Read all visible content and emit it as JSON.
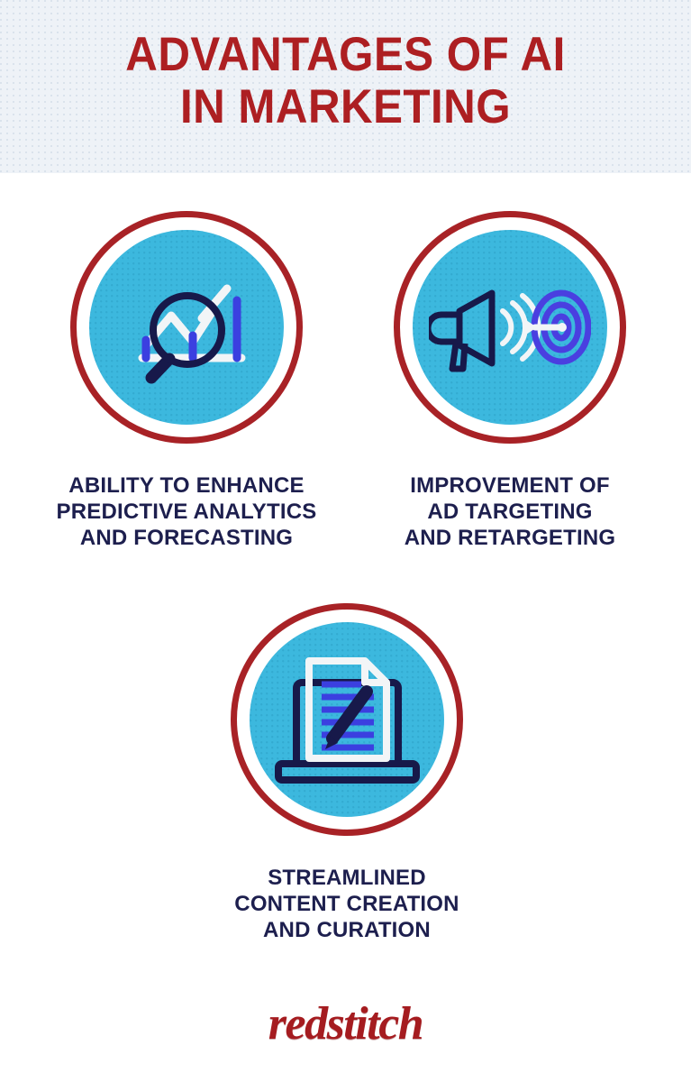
{
  "header": {
    "title": "ADVANTAGES OF AI\nIN MARKETING",
    "band_color": "#eef2f7",
    "title_color": "#ad1f22"
  },
  "theme": {
    "ring_red": "#a82226",
    "disc_cyan": "#3cb8de",
    "navy": "#17194a",
    "royal_blue": "#3b3fe0",
    "white": "#f4f6f8",
    "caption_navy": "#1d1f4e"
  },
  "cards": [
    {
      "id": "predictive-analytics",
      "icon": "magnifying-glass-chart-icon",
      "caption": "ABILITY TO ENHANCE\nPREDICTIVE ANALYTICS\nAND FORECASTING"
    },
    {
      "id": "ad-targeting",
      "icon": "megaphone-target-icon",
      "caption": "IMPROVEMENT OF\nAD TARGETING\nAND RETARGETING"
    },
    {
      "id": "content-creation",
      "icon": "laptop-document-pen-icon",
      "caption": "STREAMLINED\nCONTENT CREATION\nAND CURATION"
    }
  ],
  "footer": {
    "logo_text": "redstitch",
    "logo_color": "#a51c20"
  }
}
